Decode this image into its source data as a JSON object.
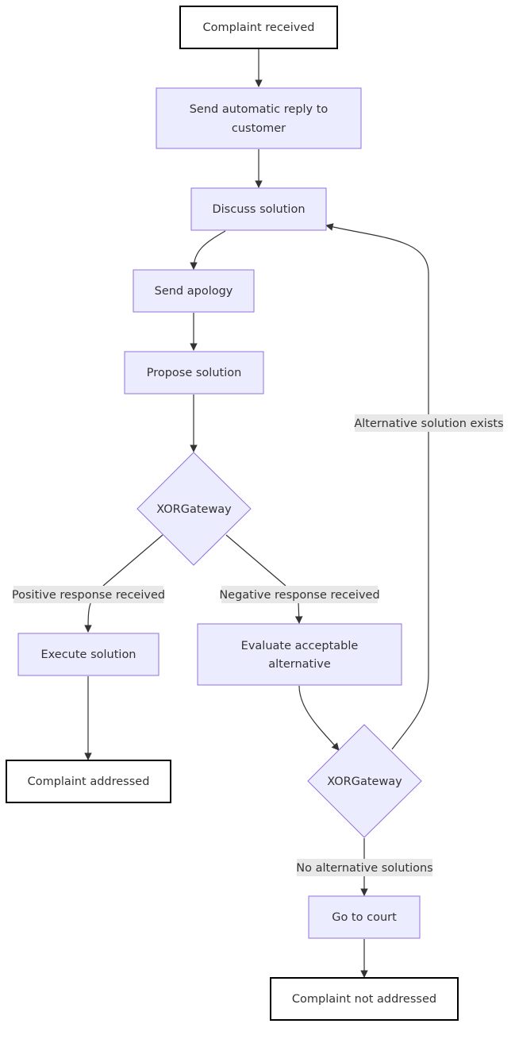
{
  "colors": {
    "process_fill": "#ececff",
    "process_stroke": "#9370db",
    "terminal_fill": "#ffffff",
    "terminal_stroke": "#000000",
    "edge": "#333333",
    "label_bg": "#e8e8e8",
    "text": "#333333"
  },
  "nodes": {
    "complaint_received": {
      "label": "Complaint received"
    },
    "send_reply": {
      "label_line1": "Send automatic reply to",
      "label_line2": "customer"
    },
    "discuss_solution": {
      "label": "Discuss solution"
    },
    "send_apology": {
      "label": "Send apology"
    },
    "propose_solution": {
      "label": "Propose solution"
    },
    "gateway_1": {
      "label": "XORGateway"
    },
    "execute_solution": {
      "label": "Execute solution"
    },
    "evaluate_alternative": {
      "label_line1": "Evaluate acceptable",
      "label_line2": "alternative"
    },
    "complaint_addressed": {
      "label": "Complaint addressed"
    },
    "gateway_2": {
      "label": "XORGateway"
    },
    "go_to_court": {
      "label": "Go to court"
    },
    "complaint_not_addressed": {
      "label": "Complaint not addressed"
    }
  },
  "edge_labels": {
    "positive": "Positive response received",
    "negative": "Negative response received",
    "alternative_exists": "Alternative solution exists",
    "no_alternative": "No alternative solutions"
  }
}
